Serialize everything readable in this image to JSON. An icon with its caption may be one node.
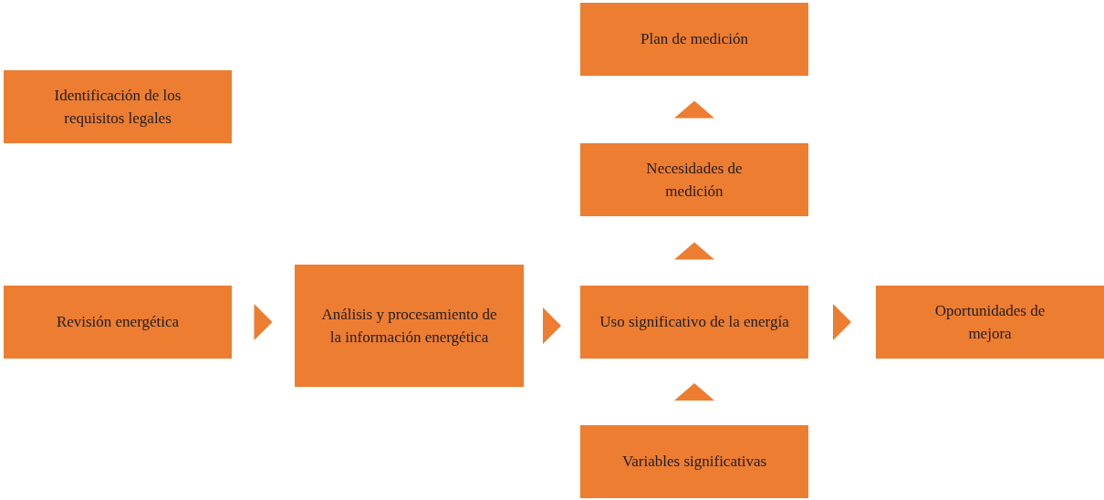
{
  "diagram": {
    "nodes": [
      {
        "text": [
          "Identificación de los requisitos legales"
        ]
      },
      {
        "text": [
          "Revisión energética"
        ]
      },
      {
        "text": [
          "Análisis y procesamiento de la información energética"
        ]
      },
      {
        "text": [
          "Plan de medición"
        ]
      },
      {
        "text": [
          "Necesidades de medición"
        ]
      },
      {
        "text": [
          "Uso significativo de la energía"
        ]
      },
      {
        "text": [
          "Oportunidades de mejora"
        ]
      },
      {
        "text": [
          "Variables significativas"
        ]
      }
    ],
    "edges": [
      {
        "from": 1,
        "to": 2,
        "arrow": "to"
      },
      {
        "from": 2,
        "to": 5,
        "arrow": "to"
      },
      {
        "from": 5,
        "to": 6,
        "arrow": "to"
      },
      {
        "from": 5,
        "to": 4,
        "arrow": "to"
      },
      {
        "from": 4,
        "to": 3,
        "arrow": "to"
      },
      {
        "from": 7,
        "to": 5,
        "arrow": "to"
      }
    ]
  }
}
